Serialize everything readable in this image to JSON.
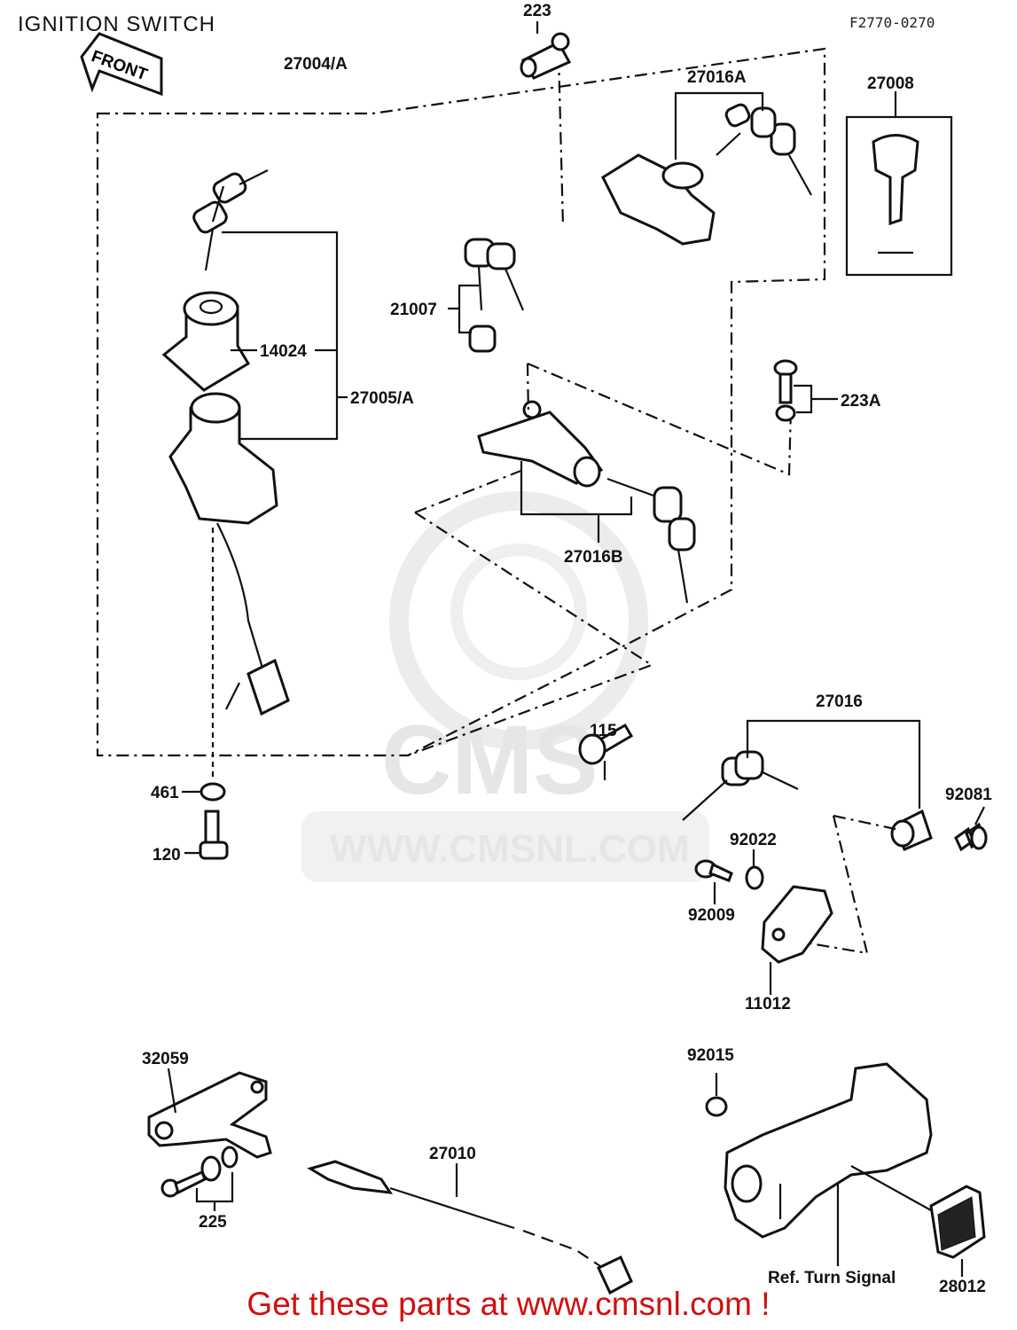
{
  "page": {
    "title": "IGNITION SWITCH",
    "figure_code": "F2770-0270"
  },
  "front_sign": "FRONT",
  "watermark": {
    "logo_text": "CMS",
    "url_text": "WWW.CMSNL.COM"
  },
  "labels": {
    "p223": "223",
    "p27004A": "27004/A",
    "p27016A": "27016A",
    "p27008": "27008",
    "p21007": "21007",
    "p14024": "14024",
    "p27005A": "27005/A",
    "p223A": "223A",
    "p27016B": "27016B",
    "p115": "115",
    "p27016": "27016",
    "p461": "461",
    "p120": "120",
    "p92081": "92081",
    "p92022": "92022",
    "p92009": "92009",
    "p11012": "11012",
    "p32059": "32059",
    "p92015": "92015",
    "p27010": "27010",
    "p225": "225",
    "ref_turn_signal": "Ref. Turn Signal",
    "p28012": "28012"
  },
  "footer": {
    "text": "Get these parts at www.cmsnl.com !"
  }
}
